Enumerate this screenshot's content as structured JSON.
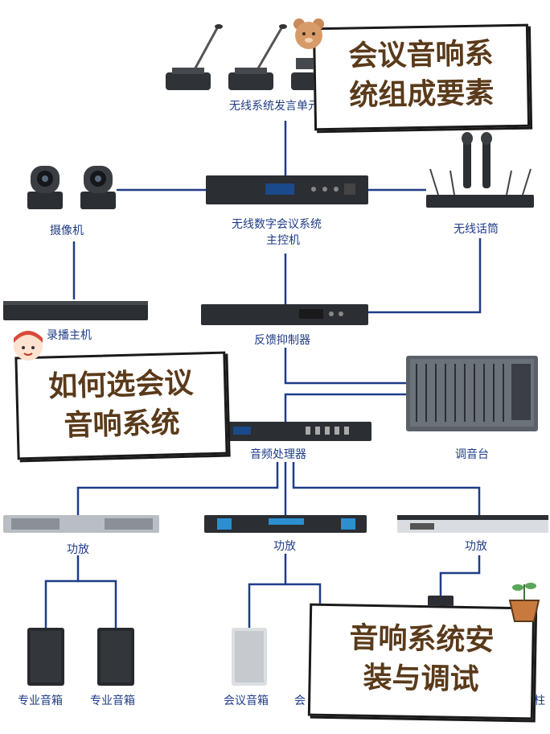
{
  "labels": {
    "wireless_speaker": "无线系统发言单元",
    "camera": "摄像机",
    "host": "无线数字会议系统",
    "host2": "主控机",
    "mic": "无线话筒",
    "recorder": "录播主机",
    "feedback": "反馈抑制器",
    "mixer": "调音台",
    "processor": "音频处理器",
    "amp1": "功放",
    "amp2": "功放",
    "amp3": "功放",
    "pro1": "专业音箱",
    "pro2": "专业音箱",
    "conf1": "会议音箱",
    "conf2": "会",
    "column": "柱"
  },
  "banners": {
    "top_right": [
      "会议音响系",
      "统组成要素"
    ],
    "middle_left": [
      "如何选会议",
      "音响系统"
    ],
    "bottom_right": [
      "音响系统安",
      "装与调试"
    ]
  },
  "colors": {
    "line": "#1f3c88",
    "device_dark": "#2b2e33",
    "banner_text": "#5a3a1a"
  }
}
